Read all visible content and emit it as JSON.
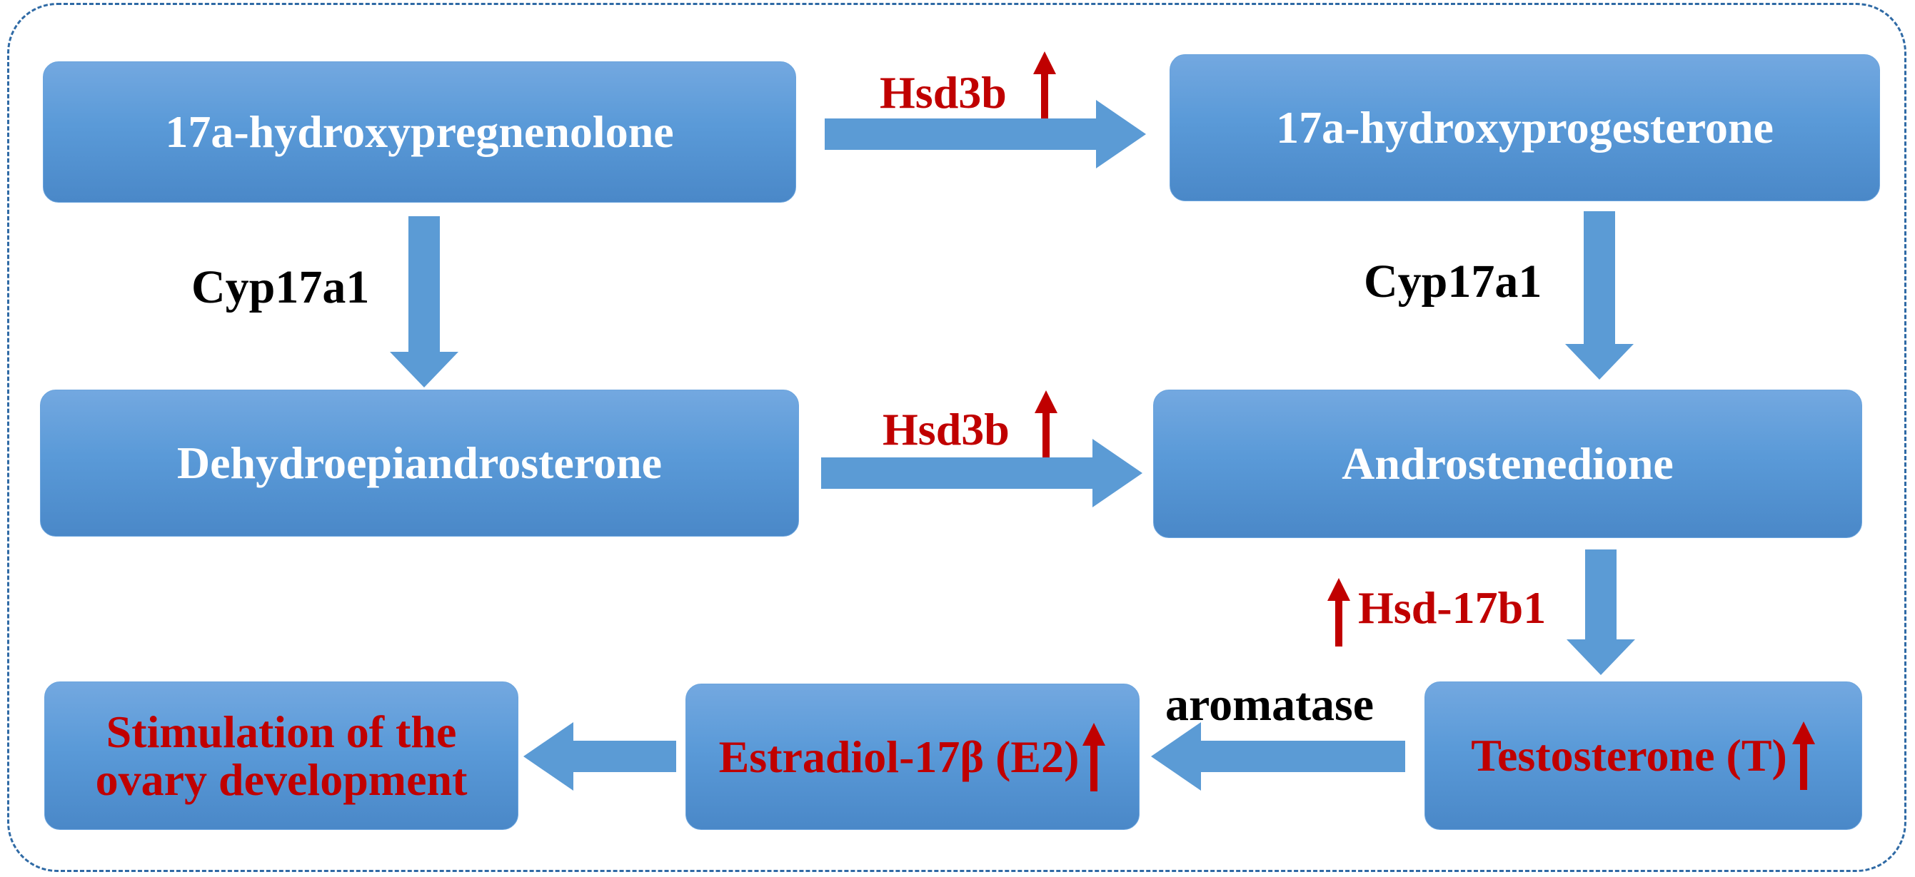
{
  "colors": {
    "arrow": "#5b9bd5",
    "enzyme_up": "#c00000",
    "frame": "#2f6aa5",
    "node_text": "#ffffff",
    "outcome_text": "#c00000"
  },
  "nodes": {
    "n1": "17a-hydroxypregnenolone",
    "n2": "17a-hydroxyprogesterone",
    "n3": "Dehydroepiandrosterone",
    "n4": "Androstenedione",
    "n5": "Testosterone (T)",
    "n6": "Estradiol-17β (E2)",
    "n7_line1": "Stimulation of the",
    "n7_line2": "ovary development"
  },
  "labels": {
    "hsd3b_top": "Hsd3b",
    "hsd3b_mid": "Hsd3b",
    "cyp_left": "Cyp17a1",
    "cyp_right": "Cyp17a1",
    "hsd17b1": "Hsd-17b1",
    "aromatase": "aromatase"
  },
  "icons": {
    "increase": "red-up-arrow-icon",
    "flow": "blue-block-arrow-icon"
  }
}
